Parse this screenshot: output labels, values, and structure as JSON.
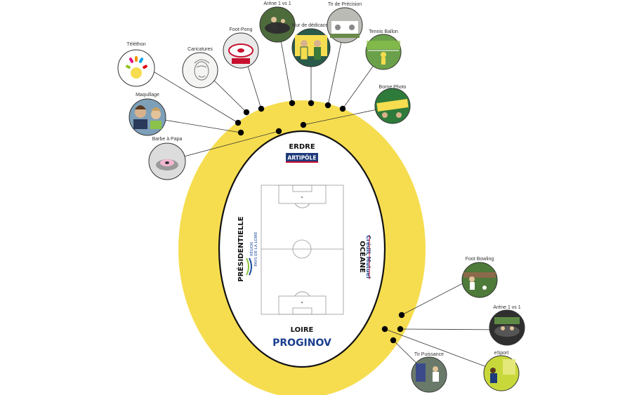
{
  "stands": {
    "north": {
      "name": "ERDRE",
      "sponsor": "ARTIPÔLE"
    },
    "west": {
      "name": "PRÉSIDENTIELLE",
      "sponsor_line1": "RÉGION",
      "sponsor_line2": "PAYS DE LA LOIRE"
    },
    "east": {
      "name": "OCÉANE",
      "sponsor": "Crédit Mutuel"
    },
    "south": {
      "name": "LOIRE",
      "sponsor": "PROGINOV"
    }
  },
  "activities": [
    {
      "id": "telethon",
      "label": "Téléthon",
      "icon": "telethon-logo-icon"
    },
    {
      "id": "caricatures",
      "label": "Caricatures",
      "icon": "caricature-sketch-icon"
    },
    {
      "id": "foot-pong",
      "label": "Foot-Pong",
      "icon": "foot-pong-table-icon"
    },
    {
      "id": "arene-1vs1-north",
      "label": "Arène 1 vs 1",
      "icon": "arena-photo-icon"
    },
    {
      "id": "mur-dedicaces",
      "label": "Mur de dédicaces",
      "icon": "signature-wall-photo-icon"
    },
    {
      "id": "tir-precision",
      "label": "Tir de Précision",
      "icon": "precision-shot-photo-icon"
    },
    {
      "id": "tennis-ballon",
      "label": "Tennis Ballon",
      "icon": "tennis-ballon-photo-icon"
    },
    {
      "id": "maquillage",
      "label": "Maquillage",
      "icon": "face-paint-photo-icon"
    },
    {
      "id": "borne-photo",
      "label": "Borne Photo",
      "icon": "photo-booth-photo-icon"
    },
    {
      "id": "barbe-a-papa",
      "label": "Barbe à Papa",
      "icon": "cotton-candy-photo-icon"
    },
    {
      "id": "foot-bowling",
      "label": "Foot Bowling",
      "icon": "foot-bowling-photo-icon"
    },
    {
      "id": "arene-1vs1-south",
      "label": "Arène 1 vs 1",
      "icon": "arena-photo-icon"
    },
    {
      "id": "esport",
      "label": "eSport",
      "icon": "esport-photo-icon"
    },
    {
      "id": "tir-puissance",
      "label": "Tir Puissance",
      "icon": "power-shot-photo-icon"
    }
  ],
  "colors": {
    "ring": "#f6dd4f",
    "arena_outline": "#111111",
    "pitch_lines": "#999999",
    "proginov_blue": "#1b3f8f",
    "artipole_blue": "#1e3a7b",
    "credit_red": "#c8102e",
    "credit_blue": "#1a4c9c",
    "region_blue": "#1a4c9c",
    "region_green": "#8dc63f"
  }
}
